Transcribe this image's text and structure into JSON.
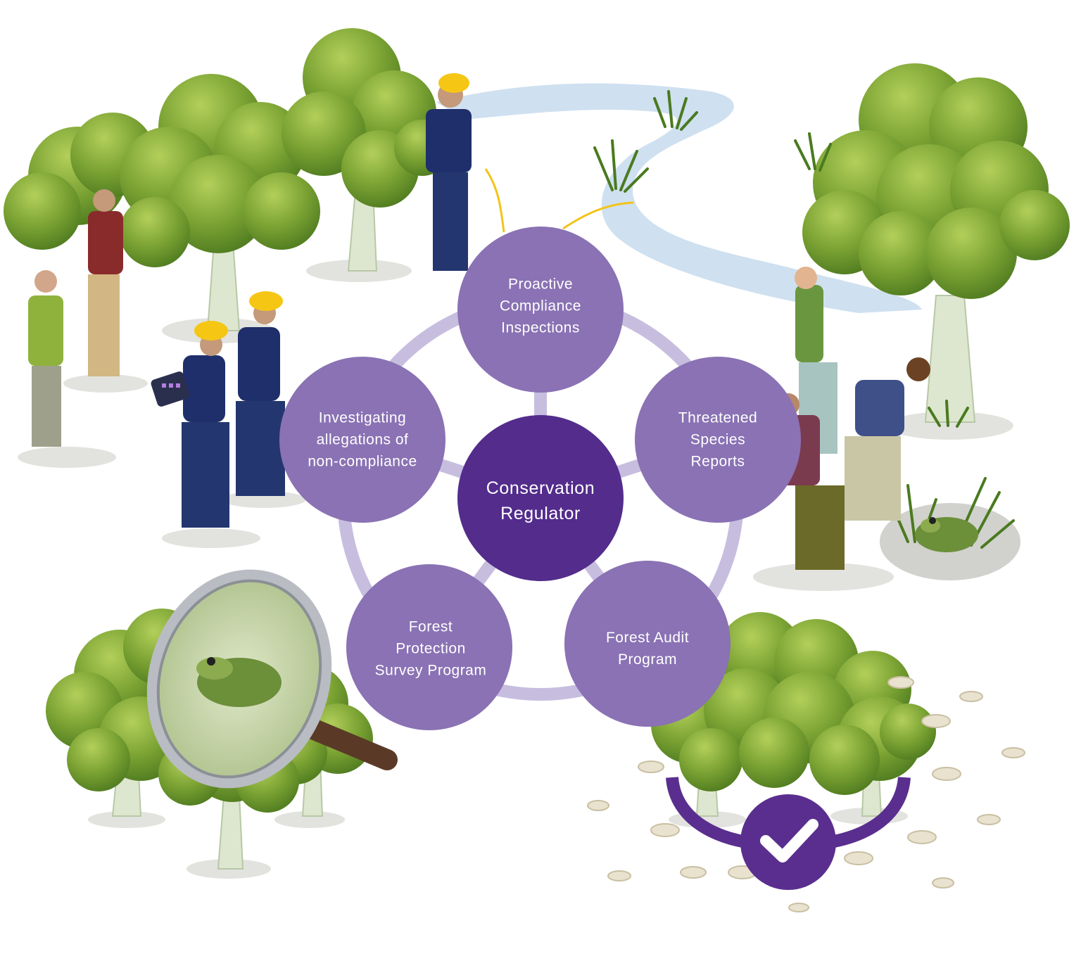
{
  "center": {
    "label": "Conservation\nRegulator"
  },
  "nodes": [
    {
      "id": "proactive",
      "label": "Proactive\nCompliance\nInspections"
    },
    {
      "id": "threatened",
      "label": "Threatened\nSpecies\nReports"
    },
    {
      "id": "audit",
      "label": "Forest Audit\nProgram"
    },
    {
      "id": "survey",
      "label": "Forest\nProtection\nSurvey Program"
    },
    {
      "id": "investigating",
      "label": "Investigating\nallegations of\nnon-compliance"
    }
  ],
  "colors": {
    "ring": "#c7bedf",
    "node": "#8a72b4",
    "center": "#532c8c",
    "tree_dark": "#5f8a26",
    "tree_light": "#9fc24a",
    "trunk": "#dde6cf",
    "water": "#cfe0f0",
    "shadow": "#e2e3df",
    "uniform": "#1f2f6b",
    "helmet": "#f6c615",
    "check": "#5a2e8e"
  },
  "icons": [
    "magnifier-frog-icon",
    "checkmark-icon",
    "frog-icon",
    "tree-icon",
    "person-icon",
    "tree-stump-icon"
  ]
}
